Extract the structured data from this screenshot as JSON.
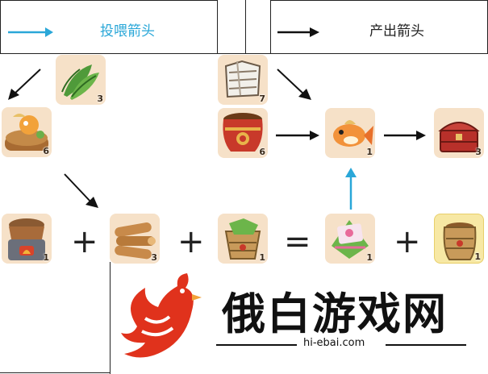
{
  "legend": {
    "feed_arrow_label": "投喂箭头",
    "output_arrow_label": "产出箭头"
  },
  "colors": {
    "feed_arrow": "#2aa7d8",
    "output_arrow": "#111111",
    "tile_bg": "#f6e1c8",
    "tile_highlight": "#f7e8a4",
    "brand_red": "#e0321c"
  },
  "items": {
    "greens": {
      "icon": "leafy-greens-icon",
      "count": "3"
    },
    "cloth": {
      "icon": "white-cloth-icon",
      "count": "7"
    },
    "nest": {
      "icon": "bird-nest-icon",
      "count": "6"
    },
    "pot": {
      "icon": "clay-pot-icon",
      "count": "6"
    },
    "koi": {
      "icon": "koi-fish-icon",
      "count": "1"
    },
    "chest": {
      "icon": "treasure-chest-icon",
      "count": "3"
    },
    "stove": {
      "icon": "stove-icon",
      "count": "1"
    },
    "logs": {
      "icon": "firewood-icon",
      "count": "3"
    },
    "basket_in": {
      "icon": "zongzi-basket-icon",
      "count": "1"
    },
    "zongzi": {
      "icon": "zongzi-gift-icon",
      "count": "1"
    },
    "basket_out": {
      "icon": "empty-basket-icon",
      "count": "1"
    }
  },
  "operators": {
    "plus": "+",
    "equals": "="
  },
  "brand": {
    "name": "俄白游戏网",
    "url": "hi-ebai.com"
  }
}
